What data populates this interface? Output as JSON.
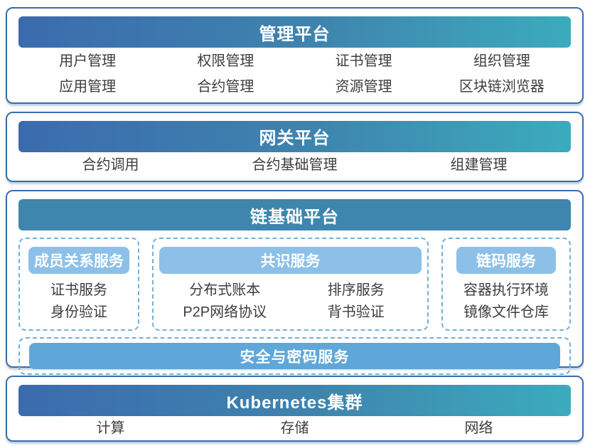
{
  "colors": {
    "box_border": "#3a6cad",
    "header_gradient_start": "#3b6bae",
    "header_gradient_end": "#3cabbd",
    "chain_header_bg": "#3e86ad",
    "subheader_pill_bg": "#8cc0e8",
    "security_bar_bg": "#5fa7d8",
    "dashed_border": "#74b0dc",
    "item_text": "#3d3d3d",
    "header_text": "#ffffff"
  },
  "sections": {
    "management": {
      "title": "管理平台",
      "items": [
        "用户管理",
        "权限管理",
        "证书管理",
        "组织管理",
        "应用管理",
        "合约管理",
        "资源管理",
        "区块链浏览器"
      ]
    },
    "gateway": {
      "title": "网关平台",
      "items": [
        "合约调用",
        "合约基础管理",
        "组建管理"
      ]
    },
    "chain_base": {
      "title": "链基础平台",
      "groups": [
        {
          "name": "成员关系服务",
          "items": [
            "证书服务",
            "身份验证"
          ]
        },
        {
          "name": "共识服务",
          "columns": [
            [
              "分布式账本",
              "P2P网络协议"
            ],
            [
              "排序服务",
              "背书验证"
            ]
          ]
        },
        {
          "name": "链码服务",
          "items": [
            "容器执行环境",
            "镜像文件仓库"
          ]
        }
      ],
      "security_bar": "安全与密码服务"
    },
    "kubernetes": {
      "title": "Kubernetes集群",
      "items": [
        "计算",
        "存储",
        "网络"
      ]
    }
  }
}
